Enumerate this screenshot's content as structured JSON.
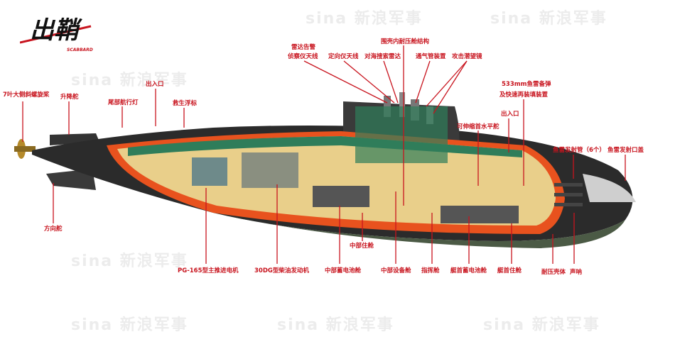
{
  "logo": {
    "title": "出鞘",
    "subtitle": "SCABBARD"
  },
  "watermark": "sina 新浪军事",
  "labels": {
    "propeller": "7叶大侧斜螺旋桨",
    "elevator": "升降舵",
    "stern_light": "尾部航行灯",
    "hatch_aft": "出入口",
    "rescue_buoy": "救生浮标",
    "rudder": "方向舵",
    "radar_warning_1": "雷达告警",
    "radar_warning_2": "侦察仪天线",
    "df_antenna": "定向仪天线",
    "surface_radar": "对海搜索雷达",
    "sail_pressure_hull": "围壳内耐压舱结构",
    "snorkel": "通气管装置",
    "attack_periscope": "攻击潜望镜",
    "torpedo_reserve_1": "533mm鱼雷备弹",
    "torpedo_reserve_2": "及快速再装填装置",
    "hatch_fwd": "出入口",
    "bow_planes": "可伸缩首水平舵",
    "torpedo_tubes": "鱼雷发射管（6个）",
    "tube_doors": "鱼雷发射口盖",
    "motor": "PG-165型主推进电机",
    "diesel": "30DG型柴油发动机",
    "mid_quarters": "中部住舱",
    "mid_battery": "中部蓄电池舱",
    "mid_equipment": "中部设备舱",
    "command": "指挥舱",
    "bow_battery": "艇首蓄电池舱",
    "bow_quarters": "艇首住舱",
    "pressure_hull": "耐压壳体",
    "sonar": "声呐"
  },
  "colors": {
    "label": "#c8141e",
    "hull": "#2b2b2b",
    "cutaway": "#e8521e",
    "interior": "#e9cf8a",
    "green": "#2f7d5a"
  }
}
